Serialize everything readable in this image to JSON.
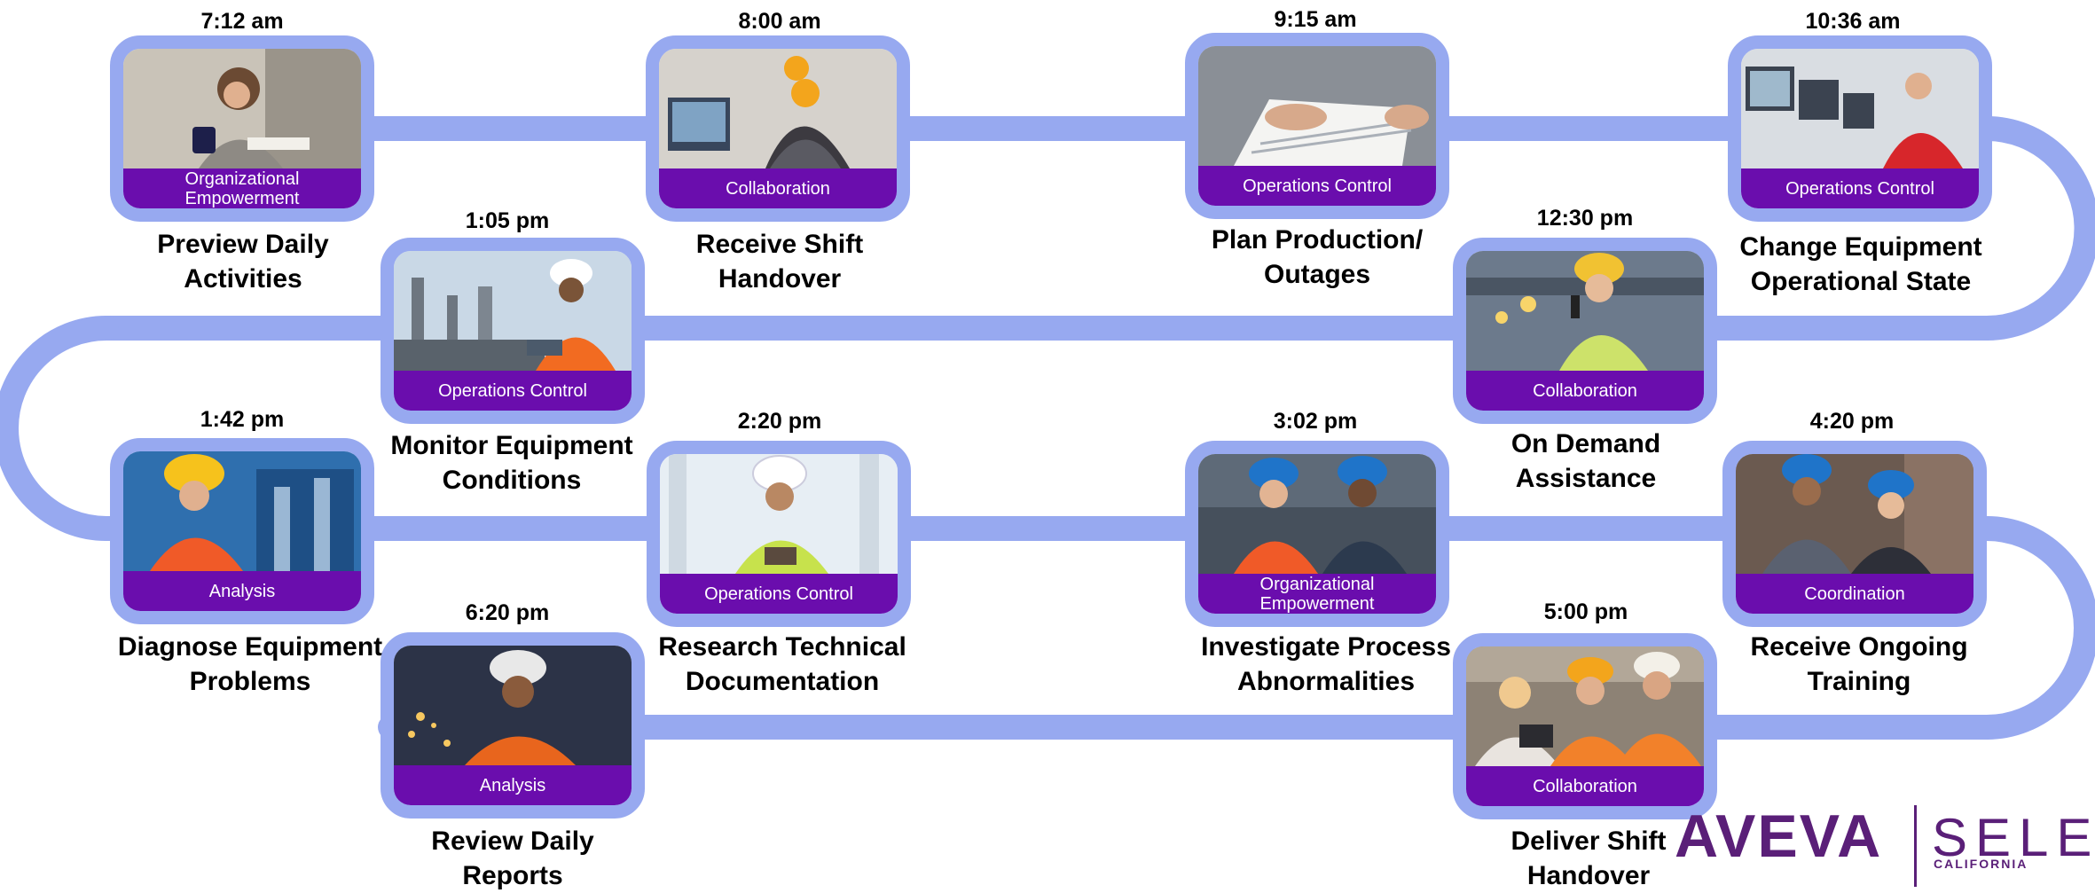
{
  "steps": [
    {
      "time": "7:12 am",
      "category": "Organizational Empowerment",
      "label": "Preview Daily\nActivities",
      "photo": "woman-with-mug-reading-photo",
      "scene": "kitchen"
    },
    {
      "time": "8:00 am",
      "category": "Collaboration",
      "label": "Receive Shift\nHandover",
      "photo": "workers-at-computer-photo",
      "scene": "control"
    },
    {
      "time": "9:15 am",
      "category": "Operations Control",
      "label": "Plan Production/\nOutages",
      "photo": "hand-on-documents-photo",
      "scene": "papers"
    },
    {
      "time": "10:36 am",
      "category": "Operations Control",
      "label": "Change Equipment\nOperational State",
      "photo": "operator-control-room-photo",
      "scene": "control"
    },
    {
      "time": "12:30 pm",
      "category": "Collaboration",
      "label": "On Demand\nAssistance",
      "photo": "worker-with-radio-photo",
      "scene": "plant"
    },
    {
      "time": "1:05 pm",
      "category": "Operations Control",
      "label": "Monitor Equipment\nConditions",
      "photo": "engineer-refinery-tablet-photo",
      "scene": "sky"
    },
    {
      "time": "1:42 pm",
      "category": "Analysis",
      "label": "Diagnose Equipment\nProblems",
      "photo": "worker-at-machine-photo",
      "scene": "blue"
    },
    {
      "time": "2:20 pm",
      "category": "Operations Control",
      "label": "Research Technical\nDocumentation",
      "photo": "engineer-with-tablet-photo",
      "scene": "light"
    },
    {
      "time": "3:02 pm",
      "category": "Organizational Empowerment",
      "label": "Investigate Process\nAbnormalities",
      "photo": "two-engineers-photo",
      "scene": "plant"
    },
    {
      "time": "4:20 pm",
      "category": "Coordination",
      "label": "Receive Ongoing\nTraining",
      "photo": "trainer-and-trainee-photo",
      "scene": "plant"
    },
    {
      "time": "5:00 pm",
      "category": "Collaboration",
      "label": "Deliver Shift\nHandover",
      "photo": "team-with-tablet-photo",
      "scene": "plant"
    },
    {
      "time": "6:20 pm",
      "category": "Analysis",
      "label": "Review Daily\nReports",
      "photo": "worker-reading-at-night-photo",
      "scene": "night"
    }
  ],
  "brand": {
    "logo_text": "AVEVA",
    "partner_text": "SELEC",
    "partner_sub": "CALIFORNIA"
  },
  "colors": {
    "track": "#97a9f0",
    "category_band": "#6a0dad",
    "brand": "#5a1f78"
  }
}
